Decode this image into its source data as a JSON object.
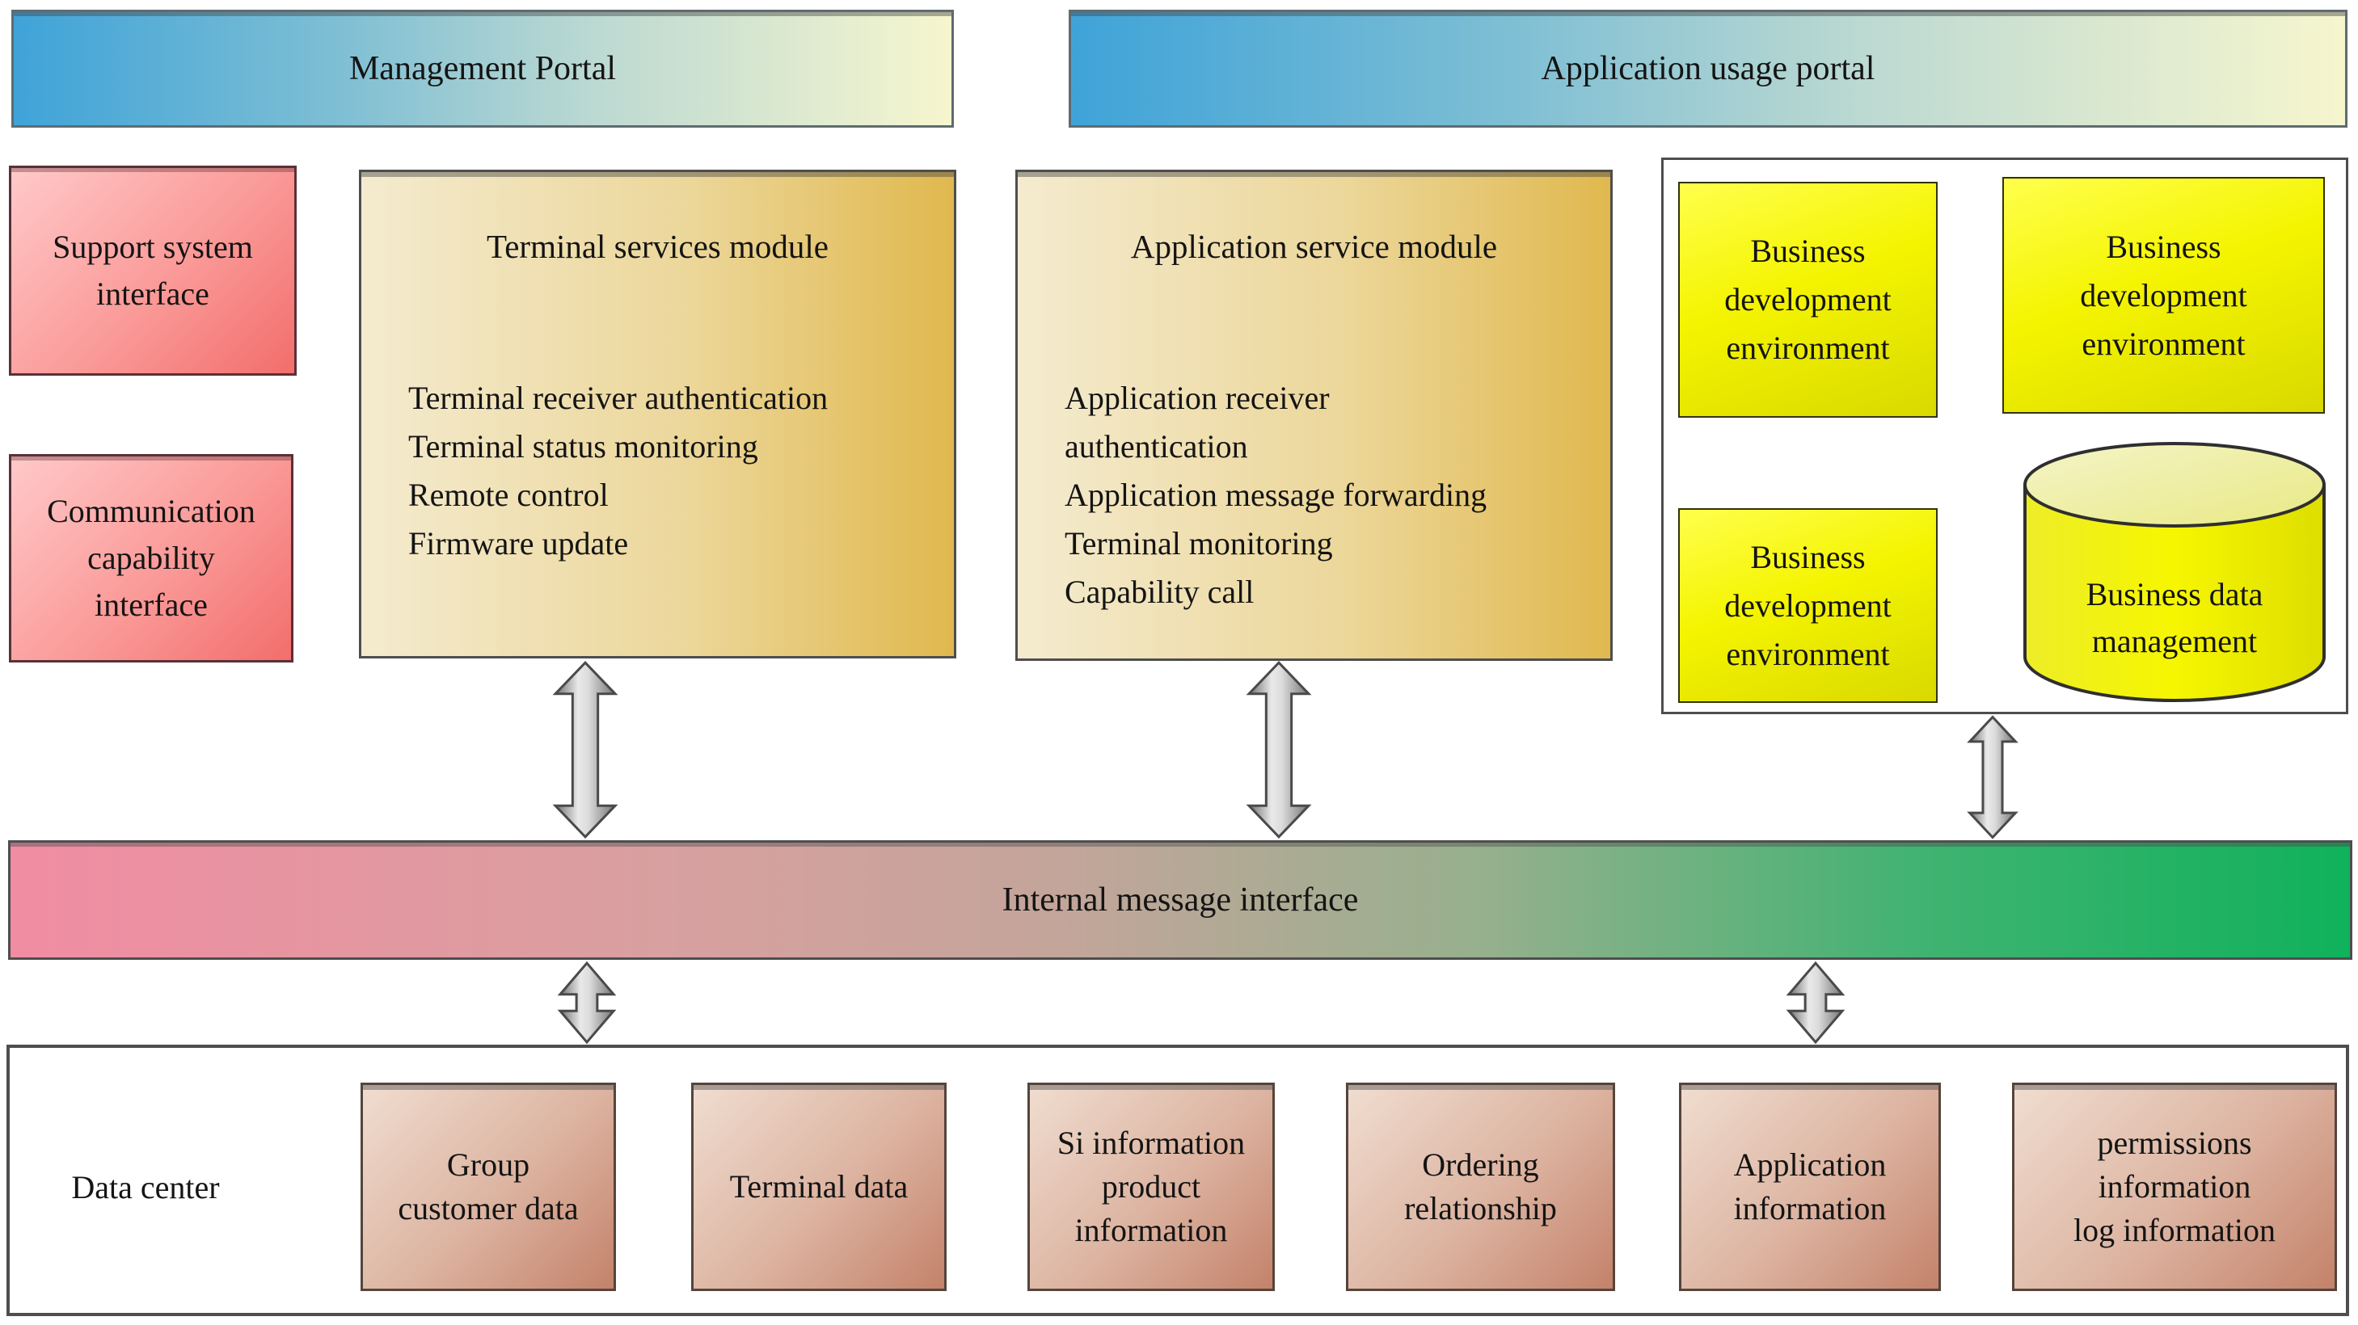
{
  "headers": {
    "management": "Management Portal",
    "application_usage": "Application usage portal"
  },
  "left_interfaces": [
    {
      "label": "Support system\ninterface"
    },
    {
      "label": "Communication\ncapability\ninterface"
    }
  ],
  "modules": {
    "terminal": {
      "title": "Terminal services module",
      "items": [
        "Terminal receiver authentication",
        "Terminal status monitoring",
        "Remote control",
        "Firmware update"
      ]
    },
    "application": {
      "title": "Application service module",
      "items": [
        "Application receiver\nauthentication",
        "Application message forwarding",
        "Terminal monitoring",
        "Capability call"
      ]
    }
  },
  "business_panel": {
    "env_boxes": [
      {
        "label": "Business\ndevelopment\nenvironment"
      },
      {
        "label": "Business\ndevelopment\nenvironment"
      },
      {
        "label": "Business\ndevelopment\nenvironment"
      }
    ],
    "data_management": {
      "label": "Business data\nmanagement"
    }
  },
  "internal_bar": {
    "label": "Internal message interface"
  },
  "data_center": {
    "label": "Data center",
    "stores": [
      {
        "label": "Group\ncustomer data"
      },
      {
        "label": "Terminal data"
      },
      {
        "label": "Si information\nproduct\ninformation"
      },
      {
        "label": "Ordering\nrelationship"
      },
      {
        "label": "Application\ninformation"
      },
      {
        "label": "permissions\ninformation\nlog information"
      }
    ]
  },
  "icons": {
    "arrows": "double-headed-vertical-arrow"
  },
  "colors": {
    "header_gradient_start": "#3fa3d8",
    "header_gradient_end": "#f6f6ce",
    "interface_box_start": "#ffc9c9",
    "interface_box_end": "#f26e6c",
    "module_gradient_start": "#f4ebcf",
    "module_gradient_end": "#e0b84e",
    "business_env_yellow": "#f4f400",
    "bar_gradient_start": "#f18ca2",
    "bar_gradient_end": "#10b25c",
    "data_store_start": "#f0ddd0",
    "data_store_end": "#c4826a",
    "arrow_gray": "#c6c6c6"
  }
}
